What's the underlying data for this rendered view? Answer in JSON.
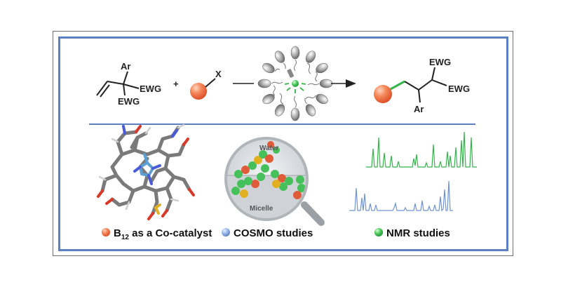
{
  "reaction": {
    "reactant_top": "Ar",
    "reactant_right": "EWG",
    "reactant_bottom": "EWG",
    "plus": "+",
    "halide": "X",
    "product_ewg_top": "EWG",
    "product_ewg_right": "EWG",
    "product_ar": "Ar"
  },
  "panels": {
    "micelle_water": "Water",
    "micelle_micelle": "Micelle"
  },
  "legend": {
    "b12_prefix": "B",
    "b12_sub": "12",
    "b12_suffix": " as a Co-catalyst",
    "cosmo": "COSMO studies",
    "nmr": "NMR studies"
  },
  "colors": {
    "frame": "#5b7fbf",
    "orange": "#f07a4a",
    "blue": "#7fa3dc",
    "green": "#34b54a"
  }
}
